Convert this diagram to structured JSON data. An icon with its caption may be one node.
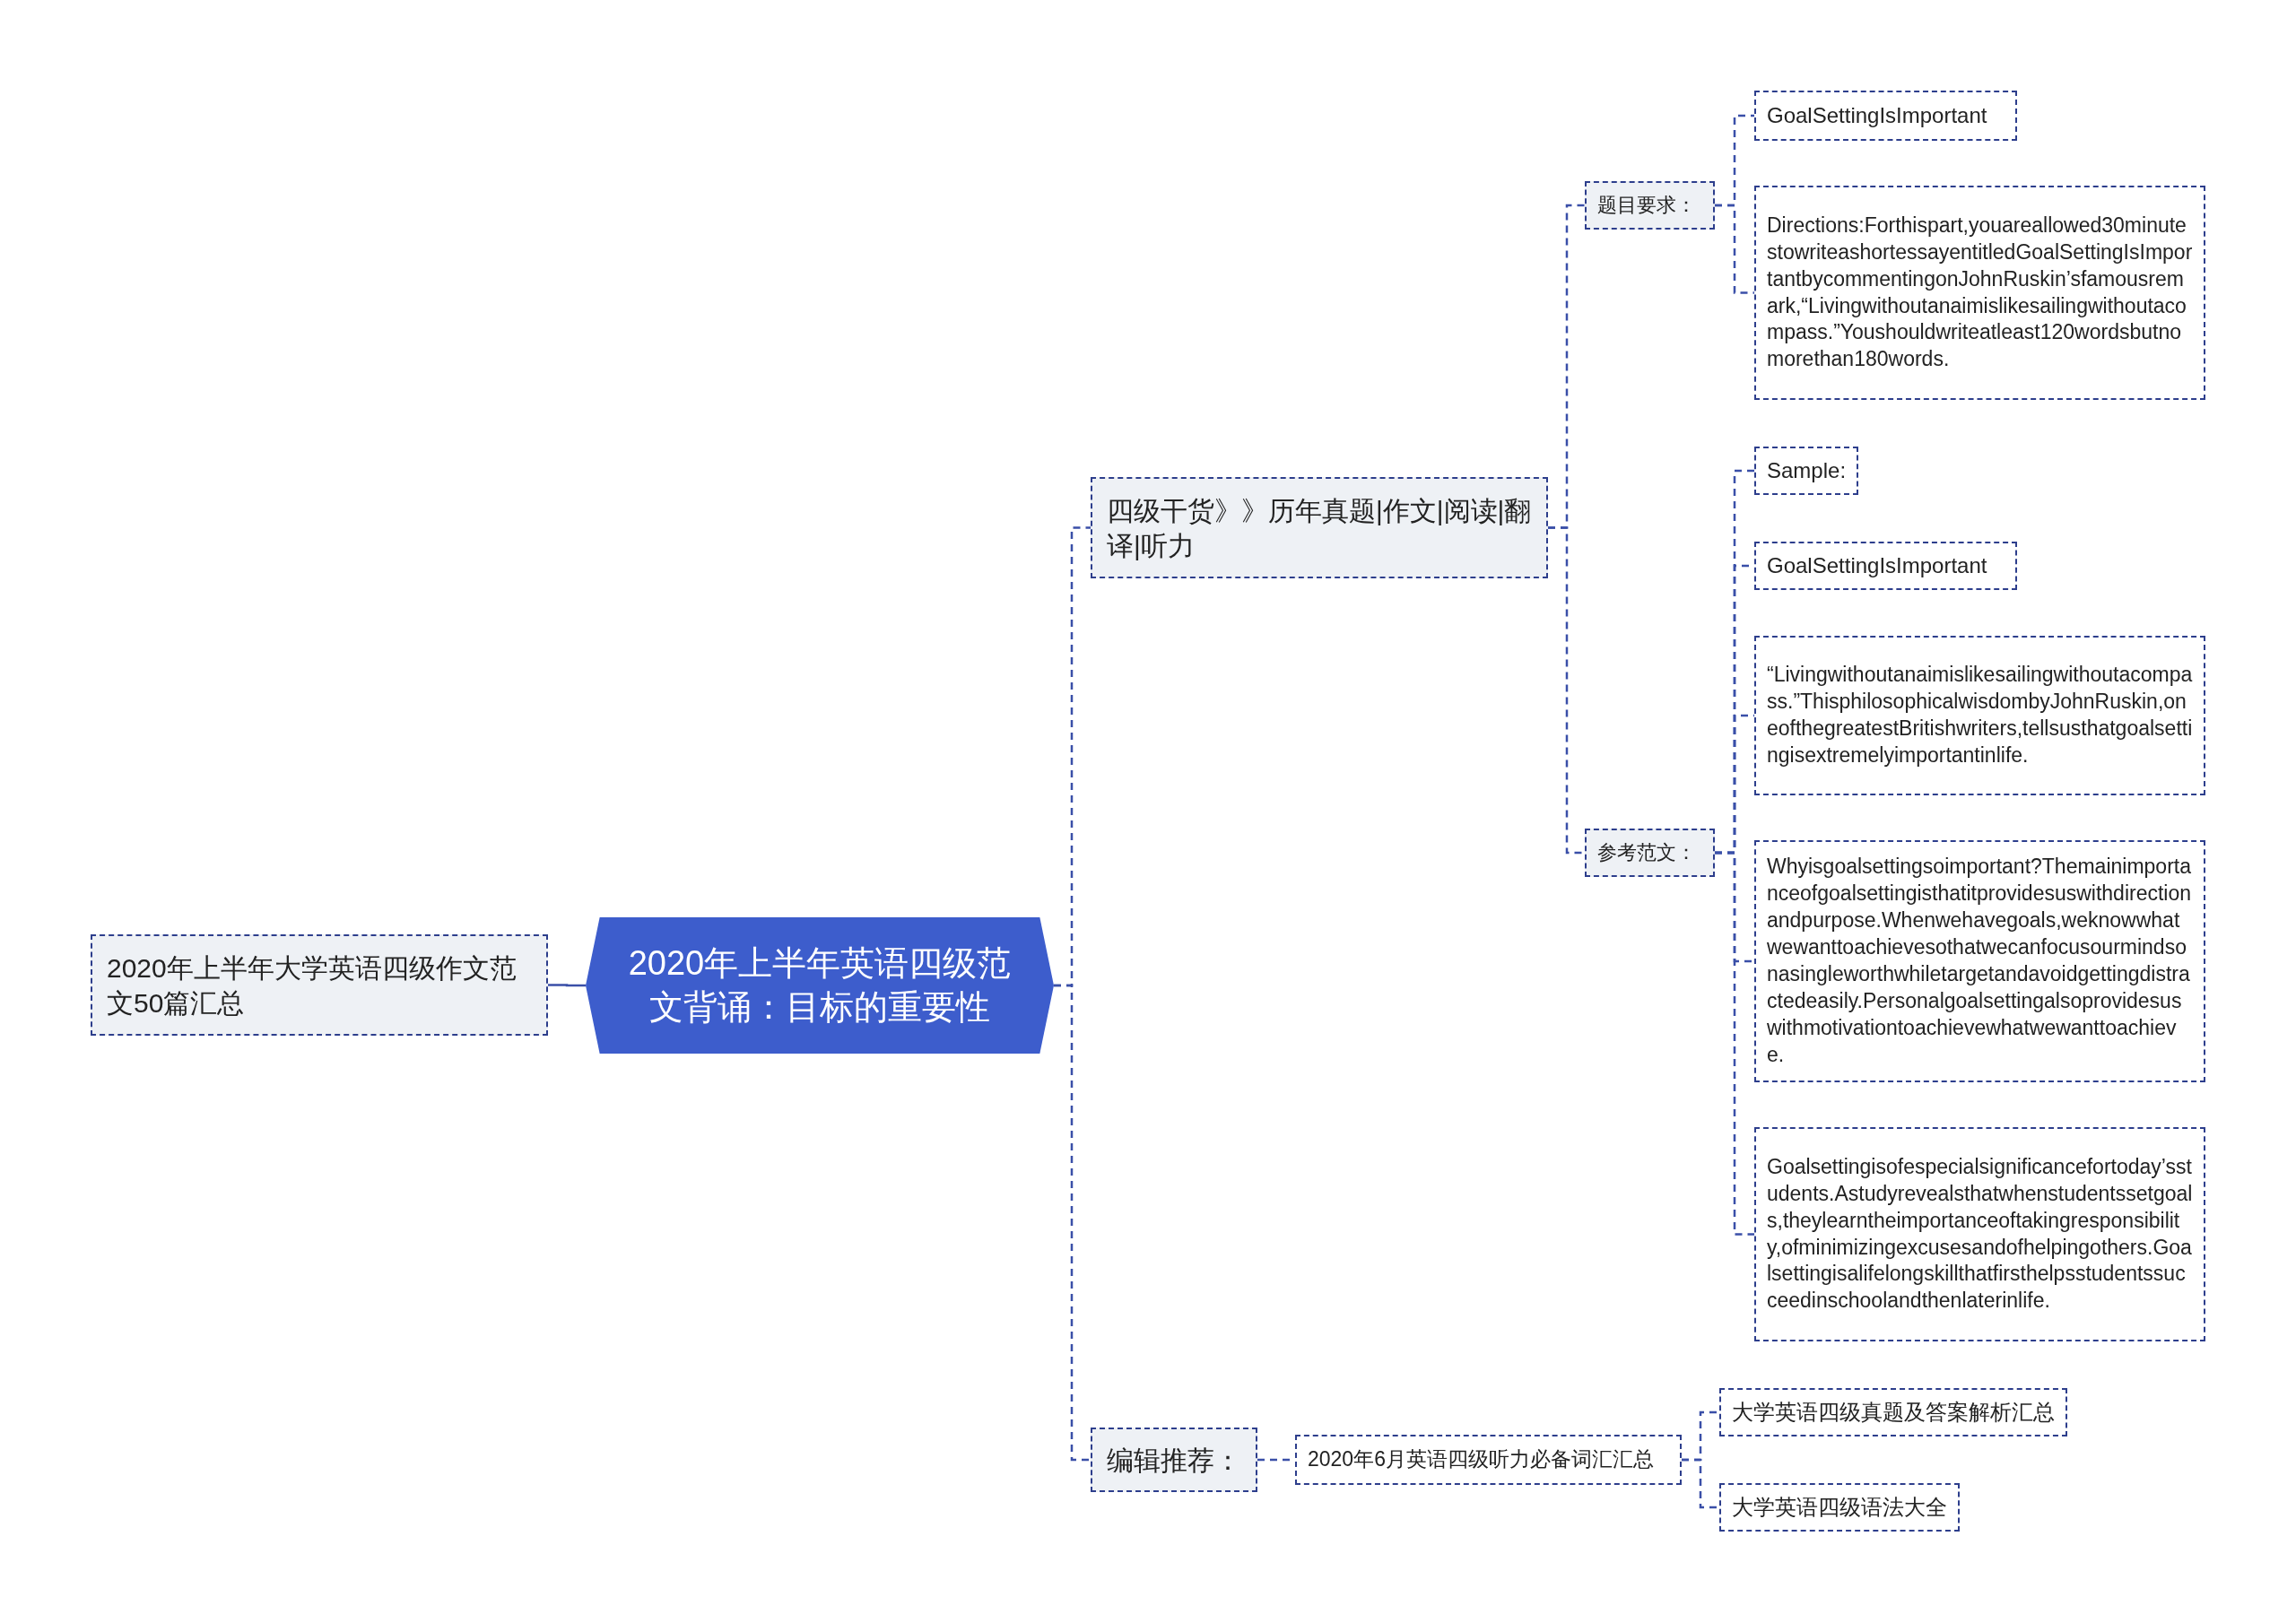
{
  "diagram": {
    "nodes": [
      {
        "text": [
          "2020年上半年英语四级范文背诵：目标的重要性"
        ]
      },
      {
        "text": [
          "2020年上半年大学英语四级作文范文50篇汇总"
        ]
      },
      {
        "text": [
          "四级干货》》历年真题|作文|阅读|翻译|听力"
        ]
      },
      {
        "text": [
          "编辑推荐："
        ]
      },
      {
        "text": [
          "题目要求："
        ]
      },
      {
        "text": [
          "GoalSettingIsImportant"
        ]
      },
      {
        "text": [
          "Directions:Forthispart,youareallowed30minutestowriteashortessayentitledGoalSettingIsImportantbycommentingonJohnRuskin’sfamousremark,“Livingwithoutanaimislikesailingwithoutacompass.”Youshouldwriteatleast120wordsbutnomorethan180words."
        ]
      },
      {
        "text": [
          "参考范文："
        ]
      },
      {
        "text": [
          "Sample:"
        ]
      },
      {
        "text": [
          "GoalSettingIsImportant"
        ]
      },
      {
        "text": [
          "“Livingwithoutanaimislikesailingwithoutacompass.”ThisphilosophicalwisdombyJohnRuskin,oneofthegreatestBritishwriters,tellsusthatgoalsettingisextremelyimportantinlife."
        ]
      },
      {
        "text": [
          "Whyisgoalsettingsoimportant?Themainimportanceofgoalsettingisthatitprovidesuswithdirectionandpurpose.Whenwehavegoals,weknowwhatwewanttoachievesothatwecanfocusourmindsonasingleworthwhiletargetandavoidgettingdistractedeasily.Personalgoalsettingalsoprovidesuswithmotivationtoachievewhatwewanttoachieve."
        ]
      },
      {
        "text": [
          "Goalsettingisofespecialsignificancefortoday’sstudents.Astudyrevealsthatwhenstudentssetgoals,theylearntheimportanceoftakingresponsibility,ofminimizingexcusesandofhelpingothers.Goalsettingisalifelongskillthatfirsthelpsstudentssucceedinschoolandthenlaterinlife."
        ]
      },
      {
        "text": [
          "2020年6月英语四级听力必备词汇汇总"
        ]
      },
      {
        "text": [
          "大学英语四级真题及答案解析汇总"
        ]
      },
      {
        "text": [
          "大学英语四级语法大全"
        ]
      }
    ],
    "edges": [
      {
        "from": 0,
        "to": 1,
        "arrow": "none"
      },
      {
        "from": 0,
        "to": 2,
        "arrow": "none",
        "style": "dashed"
      },
      {
        "from": 0,
        "to": 3,
        "arrow": "none",
        "style": "dashed"
      },
      {
        "from": 2,
        "to": 4,
        "arrow": "none",
        "style": "dashed"
      },
      {
        "from": 2,
        "to": 7,
        "arrow": "none",
        "style": "dashed"
      },
      {
        "from": 4,
        "to": 5,
        "arrow": "none",
        "style": "dashed"
      },
      {
        "from": 4,
        "to": 6,
        "arrow": "none",
        "style": "dashed"
      },
      {
        "from": 7,
        "to": 8,
        "arrow": "none",
        "style": "dashed"
      },
      {
        "from": 7,
        "to": 9,
        "arrow": "none",
        "style": "dashed"
      },
      {
        "from": 7,
        "to": 10,
        "arrow": "none",
        "style": "dashed"
      },
      {
        "from": 7,
        "to": 11,
        "arrow": "none",
        "style": "dashed"
      },
      {
        "from": 7,
        "to": 12,
        "arrow": "none",
        "style": "dashed"
      },
      {
        "from": 3,
        "to": 13,
        "arrow": "none",
        "style": "dashed"
      },
      {
        "from": 13,
        "to": 14,
        "arrow": "none",
        "style": "dashed"
      },
      {
        "from": 13,
        "to": 15,
        "arrow": "none",
        "style": "dashed"
      }
    ]
  }
}
